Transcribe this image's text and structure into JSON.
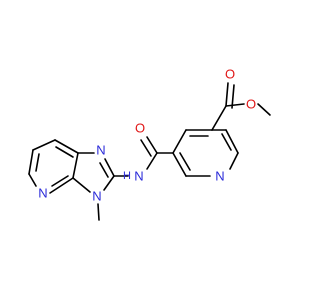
{
  "colors": {
    "bond": "#000000",
    "nitrogen": "#2b2bd9",
    "oxygen": "#e01616",
    "background": "#ffffff"
  },
  "atoms": {
    "ester_o_carbonyl": "O",
    "ester_o_methoxy": "O",
    "amide_o": "O",
    "pyridine_n": "N",
    "amide_n": "N",
    "amide_h": "H",
    "imidazole_n_upper": "N",
    "imidazole_n_methyl": "N",
    "pyridine_fused_n": "N"
  }
}
